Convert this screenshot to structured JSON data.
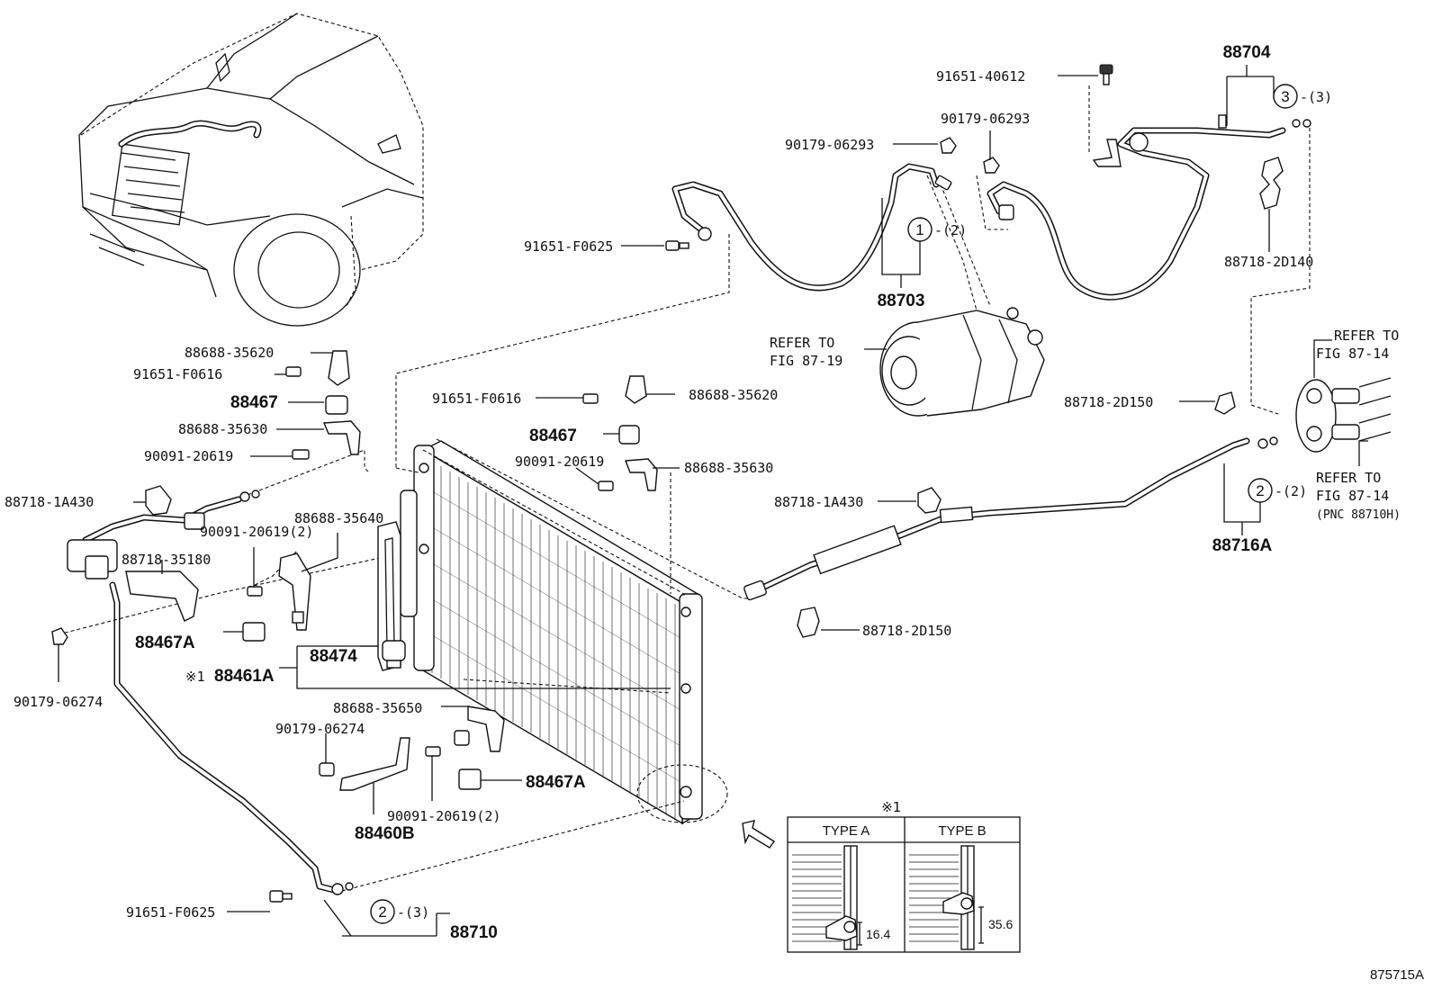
{
  "parts": {
    "p88704": "88704",
    "p91651_40612": "91651-40612",
    "p90179_06293_a": "90179-06293",
    "p90179_06293_b": "90179-06293",
    "p91651_F0625_top": "91651-F0625",
    "p88703": "88703",
    "p88718_2D140": "88718-2D140",
    "p88688_35620_l": "88688-35620",
    "p91651_F0616_l": "91651-F0616",
    "p88467_l": "88467",
    "p88688_35630_l": "88688-35630",
    "p90091_20619_l": "90091-20619",
    "p88718_1A430_l": "88718-1A430",
    "p90091_20619_2_l": "90091-20619(2)",
    "p88688_35640": "88688-35640",
    "p88718_35180": "88718-35180",
    "p88467A_l": "88467A",
    "p88474": "88474",
    "p88461A": "88461A",
    "p90179_06274_l": "90179-06274",
    "p91651_F0616_m": "91651-F0616",
    "p88688_35620_m": "88688-35620",
    "p88467_m": "88467",
    "p90091_20619_m": "90091-20619",
    "p88688_35630_m": "88688-35630",
    "p88718_2D150_a": "88718-2D150",
    "p88718_1A430_m": "88718-1A430",
    "p88716A": "88716A",
    "p88718_2D150_b": "88718-2D150",
    "p88688_35650": "88688-35650",
    "p90179_06274_m": "90179-06274",
    "p88467A_m": "88467A",
    "p90091_20619_2_m": "90091-20619(2)",
    "p88460B": "88460B",
    "p91651_F0625_bot": "91651-F0625",
    "p88710": "88710"
  },
  "notes": {
    "refer_fig_87_19_line1": "REFER TO",
    "refer_fig_87_19_line2": "FIG 87-19",
    "refer_fig_87_14a_line1": "REFER TO",
    "refer_fig_87_14a_line2": "FIG 87-14",
    "refer_fig_87_14b_line1": "REFER TO",
    "refer_fig_87_14b_line2": "FIG 87-14",
    "refer_fig_87_14b_line3": "(PNC 88710H)",
    "asterisk_mark": "※1",
    "asterisk_prefix": "※1",
    "figure_id": "875715A"
  },
  "callouts": {
    "c1_num": "1",
    "c1_qty": "-(2)",
    "c2a_num": "2",
    "c2a_qty": "-(2)",
    "c3_num": "3",
    "c3_qty": "-(3)",
    "c2b_num": "2",
    "c2b_qty": "-(3)"
  },
  "inset": {
    "type_a": "TYPE A",
    "type_b": "TYPE B",
    "dim_a": "16.4",
    "dim_b": "35.6"
  }
}
